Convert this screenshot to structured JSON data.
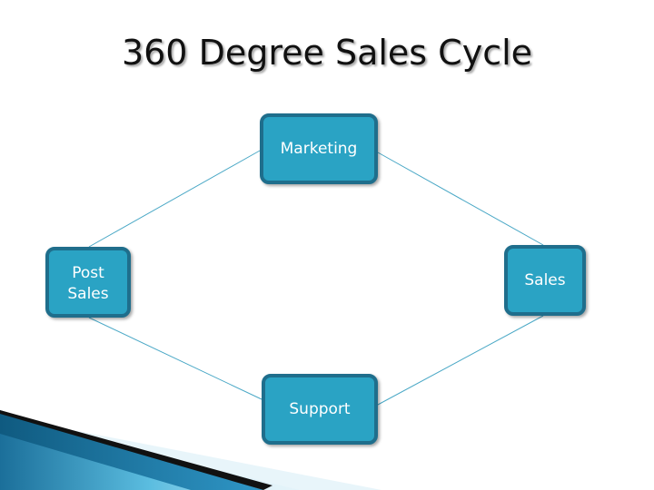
{
  "slide": {
    "title": "360 Degree Sales Cycle"
  },
  "diagram": {
    "nodes": [
      {
        "id": "marketing",
        "label": "Marketing"
      },
      {
        "id": "sales",
        "label": "Sales"
      },
      {
        "id": "support",
        "label": "Support"
      },
      {
        "id": "post_sales",
        "label": "Post\nSales"
      }
    ],
    "edges": [
      {
        "from": "marketing",
        "to": "sales"
      },
      {
        "from": "sales",
        "to": "support"
      },
      {
        "from": "support",
        "to": "post_sales"
      },
      {
        "from": "post_sales",
        "to": "marketing"
      }
    ],
    "colors": {
      "node_fill": "#2aa3c4",
      "node_border": "#1f6e8c",
      "node_text": "#ffffff",
      "connector": "#4aa8c6",
      "corner_accent": "#1b7fae"
    }
  }
}
